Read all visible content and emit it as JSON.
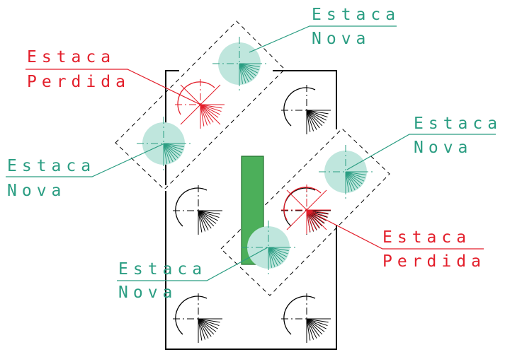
{
  "colors": {
    "outline": "#000000",
    "new_pile": "#2a9d82",
    "new_pile_fill": "#bfe6dd",
    "lost_pile": "#e31e2a",
    "pillar_fill": "#4caf5a",
    "pillar_stroke": "#1f6f2b",
    "axis": "#000000"
  },
  "labels": {
    "nova_top": [
      "Estaca",
      "Nova"
    ],
    "perdida_left": [
      "Estaca",
      "Perdida"
    ],
    "nova_left": [
      "Estaca",
      "Nova"
    ],
    "nova_right": [
      "Estaca",
      "Nova"
    ],
    "perdida_right": [
      "Estaca",
      "Perdida"
    ],
    "nova_bottom": [
      "Estaca",
      "Nova"
    ]
  },
  "piles": [
    {
      "kind": "existing"
    },
    {
      "kind": "existing"
    },
    {
      "kind": "existing"
    },
    {
      "kind": "existing"
    },
    {
      "kind": "existing"
    },
    {
      "kind": "lost"
    },
    {
      "kind": "lost"
    },
    {
      "kind": "new"
    },
    {
      "kind": "new"
    },
    {
      "kind": "new"
    },
    {
      "kind": "new"
    }
  ]
}
